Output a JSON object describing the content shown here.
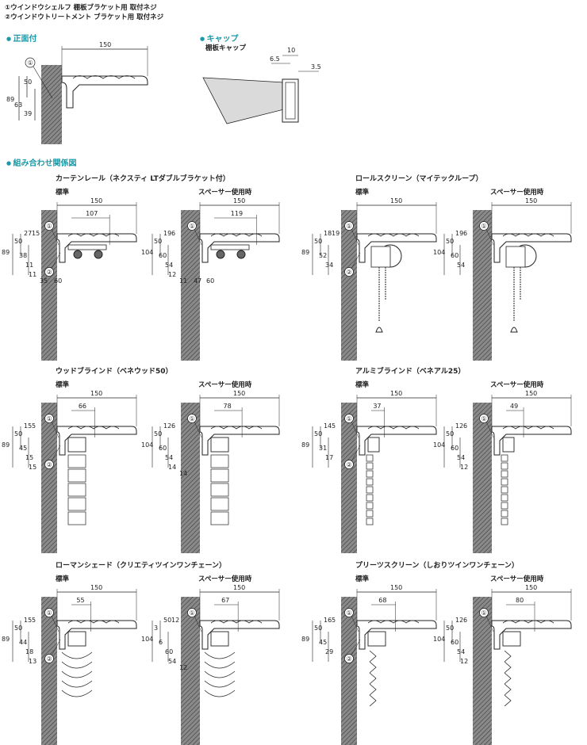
{
  "legend": {
    "line1": "①ウインドウシェルフ 棚板ブラケット用 取付ネジ",
    "line2": "②ウインドウトリートメント ブラケット用 取付ネジ"
  },
  "sections": {
    "front": "正面付",
    "cap": "キャップ",
    "combo": "組み合わせ関係図"
  },
  "cap": {
    "title": "棚板キャップ",
    "d1": "10",
    "d2": "6.5",
    "d3": "3.5"
  },
  "front": {
    "width": "150",
    "h": "89",
    "a": "50",
    "b": "63",
    "c": "39",
    "screw": "①"
  },
  "groups": [
    "カーテンレール（ネクスティ LTダブルブラケット付）",
    "ロールスクリーン（マイテックループ）",
    "ウッドブラインド（ベネウッド50）",
    "アルミブラインド（ベネアル25）",
    "ローマンシェード（クリエティツインワンチェーン）",
    "プリーツスクリーン（しおりツインワンチェーン）"
  ],
  "std": "標準",
  "spacer": "スペーサー使用時",
  "panels": [
    {
      "w": "150",
      "d": "107",
      "vals": [
        "89",
        "50",
        "27",
        "15",
        "38",
        "11",
        "11",
        "35",
        "60"
      ],
      "s1": "①",
      "s2": "②"
    },
    {
      "w": "150",
      "d": "119",
      "vals": [
        "104",
        "50",
        "19",
        "6",
        "60",
        "54",
        "12",
        "11",
        "47",
        "60"
      ],
      "s1": "①",
      "s2": ""
    },
    {
      "w": "150",
      "d": "",
      "vals": [
        "89",
        "50",
        "18",
        "19",
        "52",
        "34"
      ],
      "s1": "①",
      "s2": "②"
    },
    {
      "w": "150",
      "d": "",
      "vals": [
        "104",
        "50",
        "19",
        "6",
        "60",
        "54"
      ],
      "s1": "①",
      "s2": ""
    },
    {
      "w": "150",
      "d": "66",
      "vals": [
        "89",
        "50",
        "15",
        "5",
        "45",
        "15",
        "15"
      ],
      "s1": "①",
      "s2": "②"
    },
    {
      "w": "150",
      "d": "78",
      "vals": [
        "104",
        "50",
        "12",
        "6",
        "60",
        "54",
        "14",
        "14"
      ],
      "s1": "①",
      "s2": ""
    },
    {
      "w": "150",
      "d": "37",
      "vals": [
        "89",
        "50",
        "14",
        "5",
        "31",
        "17"
      ],
      "s1": "①",
      "s2": "②"
    },
    {
      "w": "150",
      "d": "49",
      "vals": [
        "104",
        "50",
        "12",
        "6",
        "60",
        "54",
        "12"
      ],
      "s1": "①",
      "s2": ""
    },
    {
      "w": "150",
      "d": "55",
      "vals": [
        "89",
        "50",
        "15",
        "5",
        "44",
        "18",
        "13"
      ],
      "s1": "①",
      "s2": "②"
    },
    {
      "w": "150",
      "d": "67",
      "vals": [
        "104",
        "3",
        "50",
        "12",
        "6",
        "60",
        "54",
        "12"
      ],
      "s1": "①",
      "s2": ""
    },
    {
      "w": "150",
      "d": "68",
      "vals": [
        "89",
        "50",
        "16",
        "5",
        "45",
        "29"
      ],
      "s1": "①",
      "s2": "②"
    },
    {
      "w": "150",
      "d": "80",
      "vals": [
        "104",
        "50",
        "12",
        "6",
        "60",
        "54",
        "12"
      ],
      "s1": "①",
      "s2": ""
    }
  ]
}
